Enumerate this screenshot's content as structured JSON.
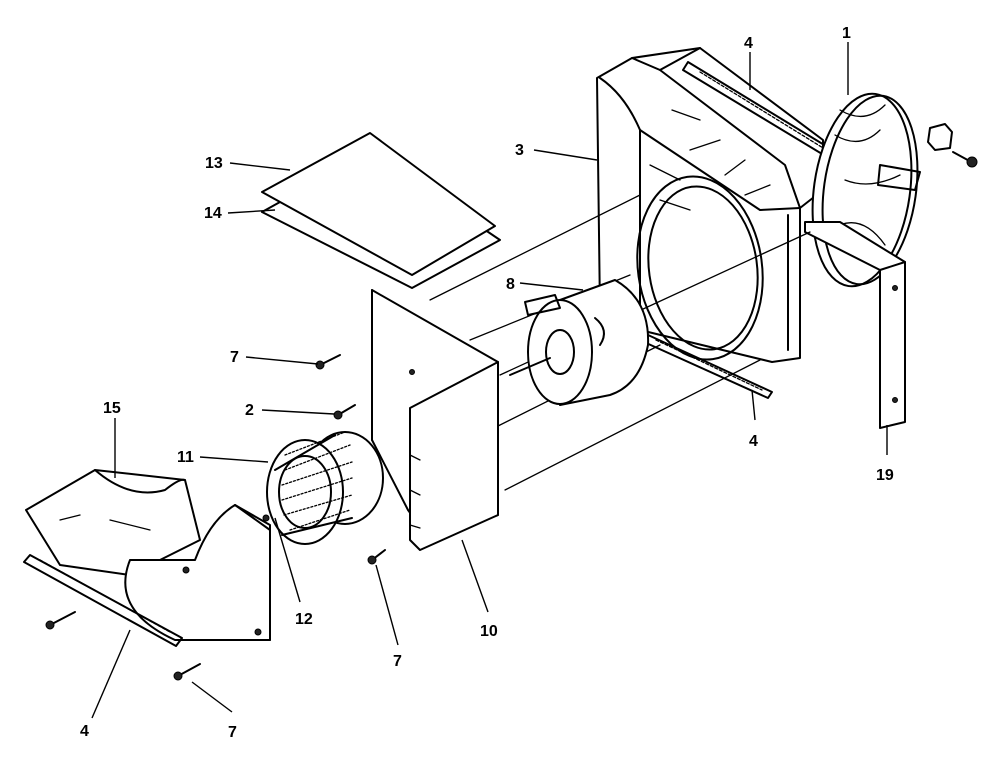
{
  "callouts": {
    "c1": "1",
    "c2": "2",
    "c3": "3",
    "c4_top": "4",
    "c4_mid": "4",
    "c4_bottom": "4",
    "c7_a": "7",
    "c7_b": "7",
    "c7_c": "7",
    "c8": "8",
    "c10": "10",
    "c11": "11",
    "c12": "12",
    "c13": "13",
    "c14": "14",
    "c15": "15",
    "c19": "19"
  }
}
